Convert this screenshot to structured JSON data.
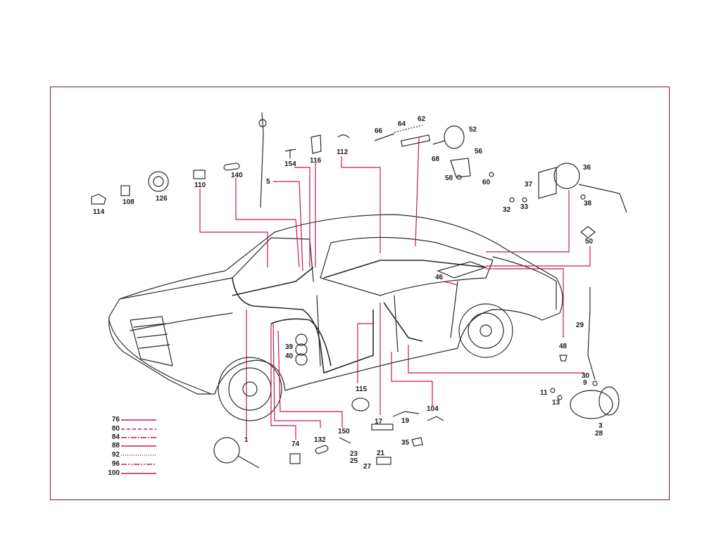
{
  "colors": {
    "leader": "#c8184a",
    "frame": "#8a1530",
    "ink": "#2a2a2a"
  },
  "labels": {
    "n114": "114",
    "n108": "108",
    "n126": "126",
    "n110": "110",
    "n140": "140",
    "n5": "5",
    "n154": "154",
    "n116": "116",
    "n112": "112",
    "n66": "66",
    "n64": "64",
    "n62": "62",
    "n52": "52",
    "n56": "56",
    "n68": "68",
    "n58": "58",
    "n60": "60",
    "n36": "36",
    "n37": "37",
    "n32": "32",
    "n33": "33",
    "n38": "38",
    "n50": "50",
    "n46": "46",
    "n29": "29",
    "n48": "48",
    "n39": "39",
    "n40": "40",
    "n115": "115",
    "n17": "17",
    "n104": "104",
    "n19": "19",
    "n35": "35",
    "n21": "21",
    "n23": "23",
    "n25": "25",
    "n27": "27",
    "n150": "150",
    "n132": "132",
    "n74": "74",
    "n1": "1",
    "n11": "11",
    "n13": "13",
    "n30": "30",
    "n9": "9",
    "n3": "3",
    "n28": "28"
  },
  "legend": [
    {
      "num": "76",
      "style": "solid"
    },
    {
      "num": "80",
      "style": "dashed"
    },
    {
      "num": "84",
      "style": "dashdot"
    },
    {
      "num": "88",
      "style": "solid"
    },
    {
      "num": "92",
      "style": "dotted"
    },
    {
      "num": "96",
      "style": "dashdotdot"
    },
    {
      "num": "100",
      "style": "solid"
    }
  ]
}
